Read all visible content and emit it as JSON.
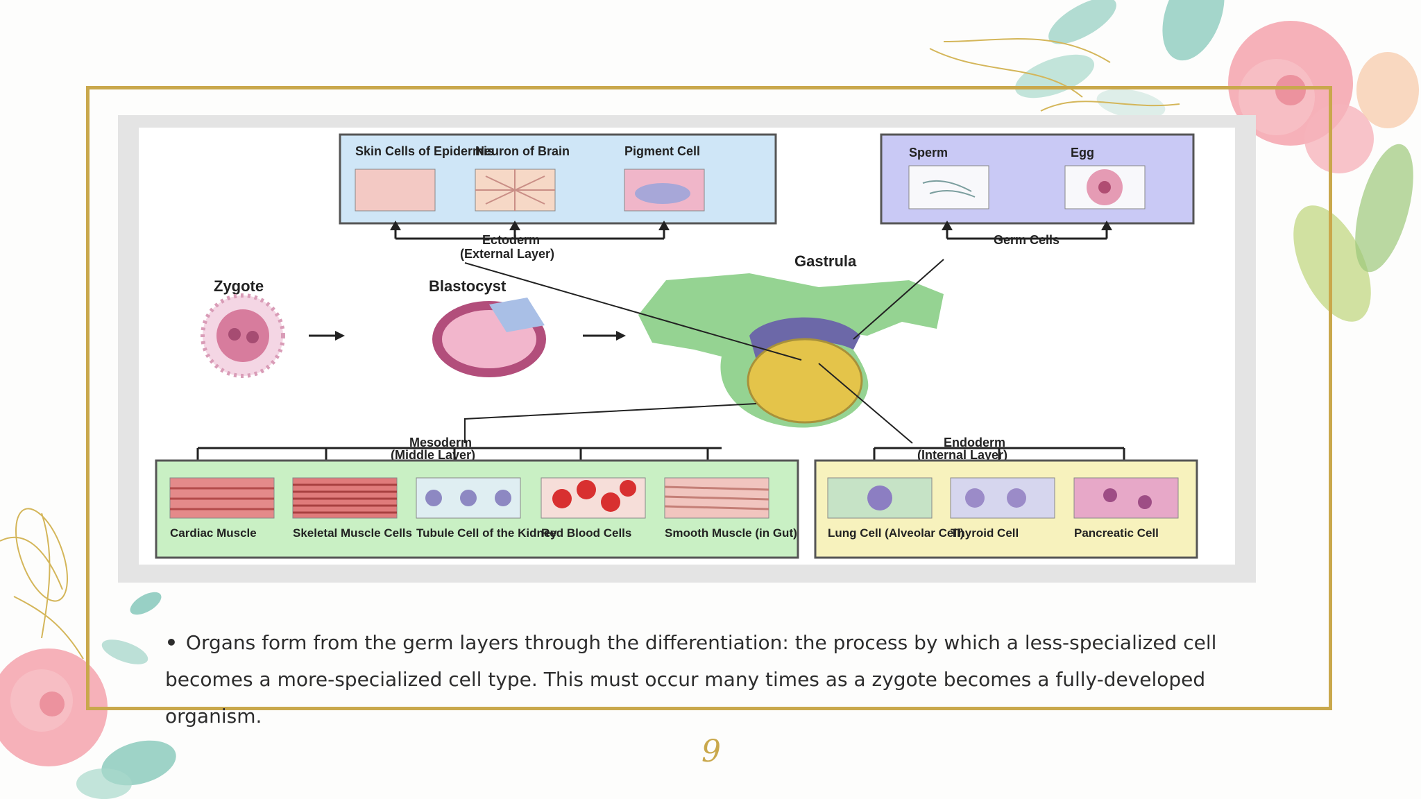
{
  "slide": {
    "paragraph": "Organs form from the germ layers through the differentiation: the process by which a less-specialized cell becomes a more-specialized cell type. This must occur many times as a zygote becomes a fully-developed organism.",
    "bullet": "•",
    "page_number": "9"
  },
  "figure": {
    "ectoderm_cells": [
      "Skin Cells of Epidermis",
      "Neuron of Brain",
      "Pigment Cell"
    ],
    "ectoderm_label": "Ectoderm",
    "ectoderm_sub": "(External Layer)",
    "germ_cells": [
      "Sperm",
      "Egg"
    ],
    "germ_label": "Germ Cells",
    "zygote": "Zygote",
    "blastocyst": "Blastocyst",
    "gastrula": "Gastrula",
    "mesoderm_label": "Mesoderm",
    "mesoderm_sub": "(Middle Layer)",
    "mesoderm_cells": [
      "Cardiac Muscle",
      "Skeletal Muscle Cells",
      "Tubule Cell of the Kidney",
      "Red Blood Cells",
      "Smooth Muscle (in Gut)"
    ],
    "endoderm_label": "Endoderm",
    "endoderm_sub": "(Internal Layer)",
    "endoderm_cells": [
      "Lung Cell (Alveolar Cell)",
      "Thyroid Cell",
      "Pancreatic Cell"
    ]
  },
  "colors": {
    "gold": "#c9a84c",
    "ectoderm_box": "#cfe6f7",
    "germ_box": "#c9c9f5",
    "mesoderm_box": "#c9f0c4",
    "endoderm_box": "#f7f2bd"
  }
}
